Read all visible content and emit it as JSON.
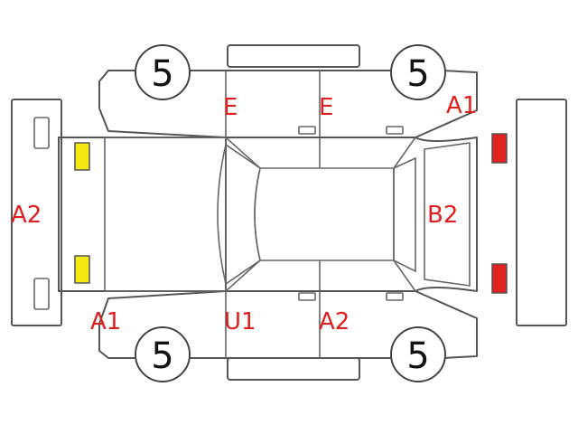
{
  "colors": {
    "code_text": "#dd1f1f",
    "outline": "#555555",
    "front_light": "#f2ea12",
    "rear_light": "#e0231f"
  },
  "tires": {
    "front_top": "5",
    "rear_top": "5",
    "front_bottom": "5",
    "rear_bottom": "5"
  },
  "codes": {
    "front_bumper": "A2",
    "front_left_corner": "A1",
    "front_door_top": "E",
    "rear_door_top": "E",
    "rear_right_corner": "A1",
    "rear_glass": "B2",
    "front_door_bottom": "U1",
    "rear_door_bottom": "A2"
  },
  "lights": {
    "front": "yellow",
    "rear": "red"
  }
}
